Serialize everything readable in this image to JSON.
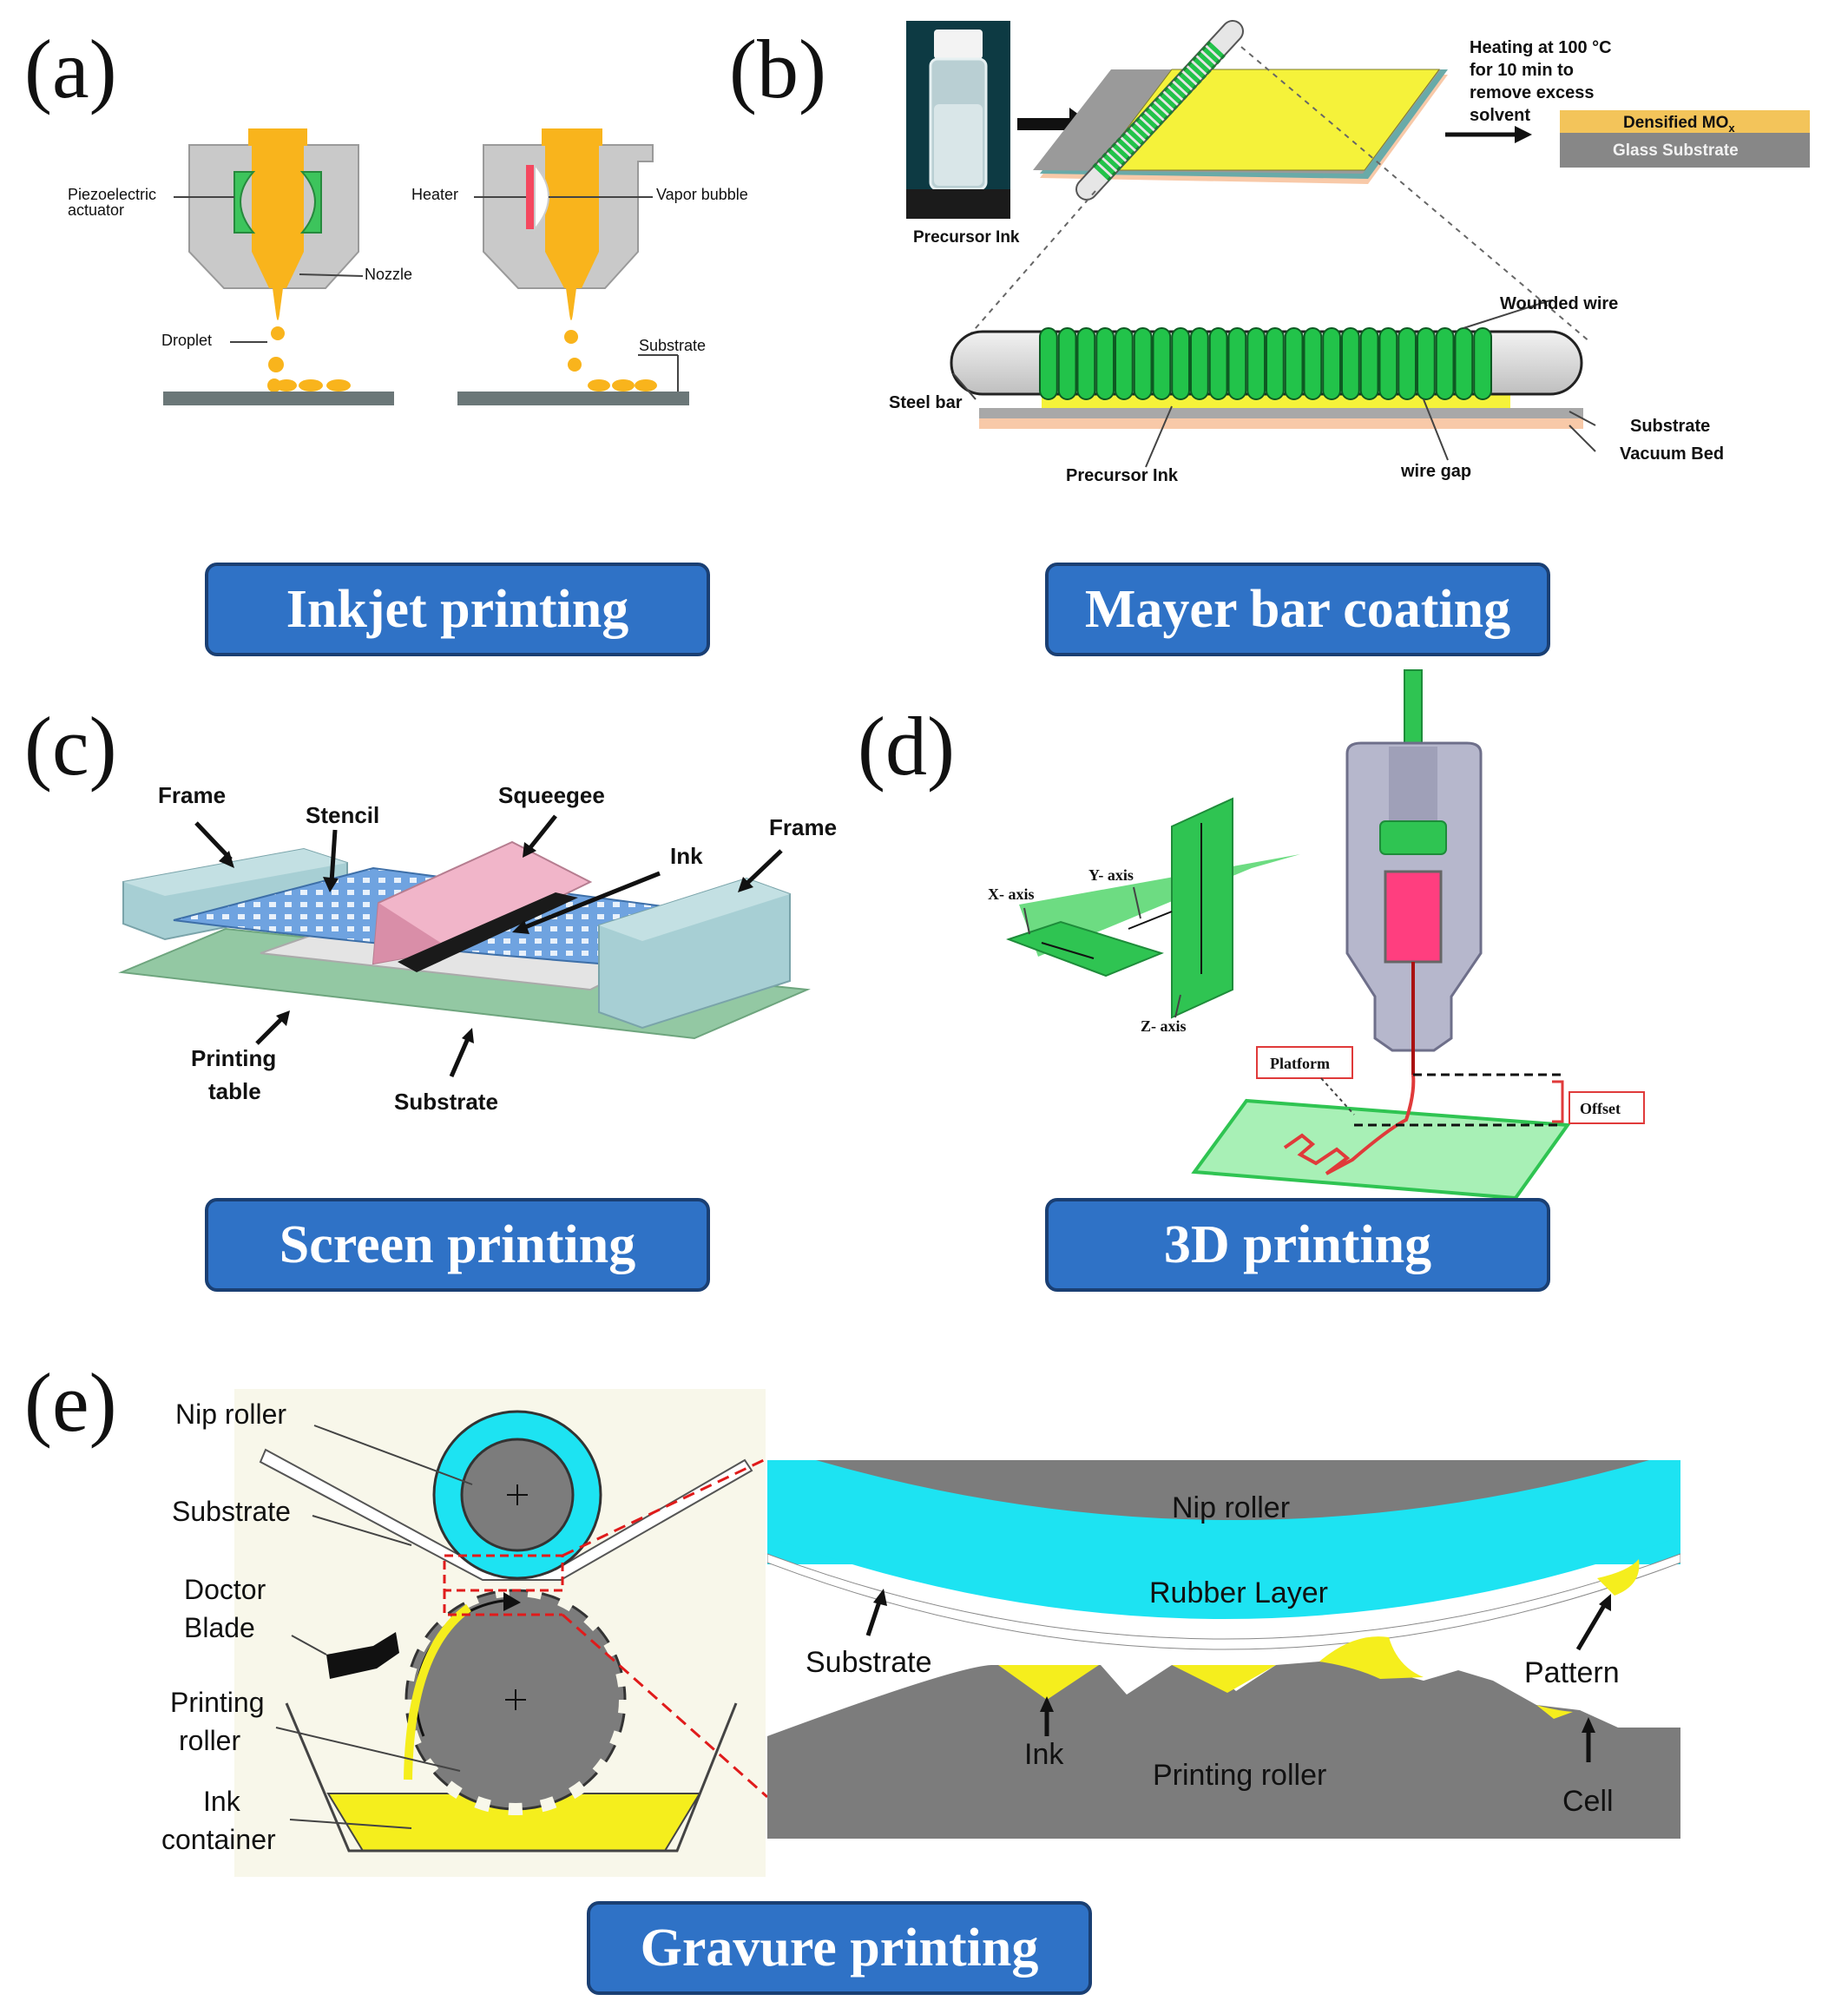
{
  "panels": {
    "a": {
      "tag": "(a)",
      "button": "Inkjet printing",
      "labels": {
        "piezo1": "Piezoelectric",
        "piezo2": "actuator",
        "nozzle": "Nozzle",
        "droplet": "Droplet",
        "heater": "Heater",
        "vapor": "Vapor bubble",
        "substrate": "Substrate"
      }
    },
    "b": {
      "tag": "(b)",
      "button": "Mayer bar coating",
      "labels": {
        "precursor_ink_top": "Precursor Ink",
        "heating1": "Heating at 100 °C",
        "heating2": "for 10 min to",
        "heating3": "remove excess",
        "heating4": "solvent",
        "densified": "Densified MO",
        "densified_sub": "x",
        "glass": "Glass Substrate",
        "wounded": "Wounded wire",
        "steel": "Steel bar",
        "substrate": "Substrate",
        "vacuum": "Vacuum Bed",
        "precursor_ink_bottom": "Precursor Ink",
        "wire_gap": "wire gap"
      }
    },
    "c": {
      "tag": "(c)",
      "button": "Screen printing",
      "labels": {
        "frame_left": "Frame",
        "stencil": "Stencil",
        "squeegee": "Squeegee",
        "ink": "Ink",
        "frame_right": "Frame",
        "printing1": "Printing",
        "printing2": "table",
        "substrate": "Substrate"
      }
    },
    "d": {
      "tag": "(d)",
      "button": "3D printing",
      "labels": {
        "x_axis": "X- axis",
        "y_axis": "Y- axis",
        "z_axis": "Z- axis",
        "platform": "Platform",
        "offset": "Offset"
      }
    },
    "e": {
      "tag": "(e)",
      "button": "Gravure printing",
      "labels": {
        "nip_roller": "Nip roller",
        "substrate": "Substrate",
        "doctor1": "Doctor",
        "doctor2": "Blade",
        "printing1": "Printing",
        "printing2": "roller",
        "ink1": "Ink",
        "ink2": "container",
        "zoom_nip": "Nip roller",
        "rubber": "Rubber Layer",
        "zoom_substrate": "Substrate",
        "pattern": "Pattern",
        "ink": "Ink",
        "printing_roller": "Printing roller",
        "cell": "Cell"
      }
    }
  },
  "colors": {
    "button_fill": "#2f72c6",
    "button_border": "#1a3f73",
    "nozzle_orange": "#f9b41c",
    "piezo_green": "#3dc45c",
    "wire_green": "#22c34a",
    "film_yellow": "#f5f23a",
    "cyan_rubber": "#1de3f2",
    "roller_gray": "#7c7c7c",
    "ink_yellow": "#f5ee1d",
    "stencil_blue": "#6fa3e0",
    "squeegee_pink": "#f1b5c9",
    "frame_teal": "#a7cfd4",
    "platform_green": "#a8f0b6",
    "pink_ink": "#ff3e7f"
  }
}
